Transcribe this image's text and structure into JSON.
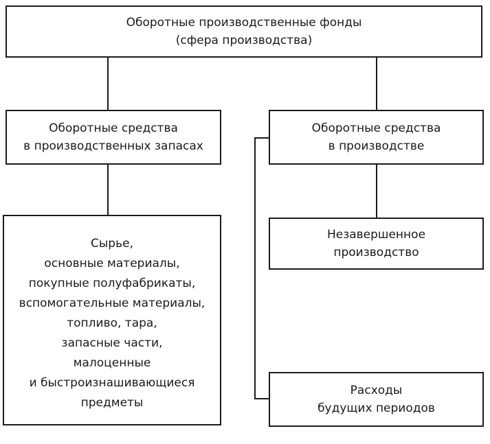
{
  "diagram": {
    "top": {
      "lines": [
        "Оборотные производственные фонды",
        "(сфера производства)"
      ]
    },
    "stock": {
      "lines": [
        "Оборотные средства",
        "в производственных запасах"
      ]
    },
    "production": {
      "lines": [
        "Оборотные средства",
        "в производстве"
      ]
    },
    "raw": {
      "lines": [
        "Сырье,",
        "основные материалы,",
        "покупные полуфабрикаты,",
        "вспомогательные материалы,",
        "топливо, тара,",
        "запасные части,",
        "малоценные",
        "и быстроизнашивающиеся",
        "предметы"
      ]
    },
    "wip": {
      "lines": [
        "Незавершенное",
        "производство"
      ]
    },
    "future": {
      "lines": [
        "Расходы",
        "будущих периодов"
      ]
    }
  }
}
